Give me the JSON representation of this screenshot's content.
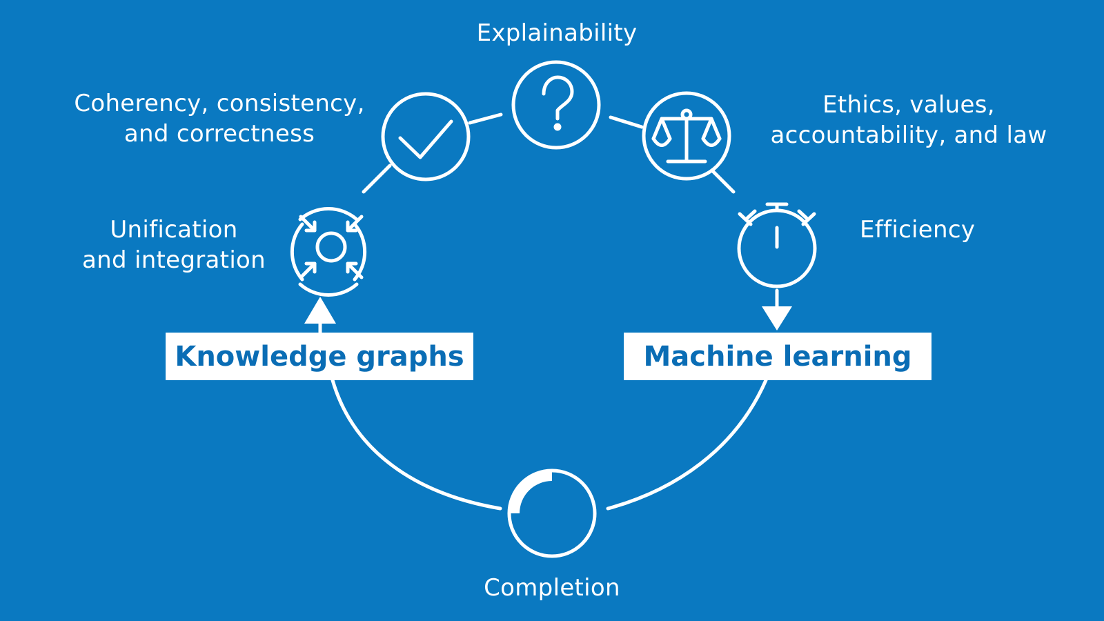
{
  "colors": {
    "background": "#0a79c1",
    "foreground": "#ffffff",
    "box_text": "#0a6db5"
  },
  "boxes": {
    "knowledge_graphs": "Knowledge graphs",
    "machine_learning": "Machine learning"
  },
  "nodes": {
    "explainability": {
      "icon": "question-mark-icon",
      "label": "Explainability"
    },
    "coherency": {
      "icon": "checkmark-icon",
      "lines": [
        "Coherency, consistency,",
        "and correctness"
      ]
    },
    "ethics": {
      "icon": "scales-icon",
      "lines": [
        "Ethics, values,",
        "accountability, and law"
      ]
    },
    "unification": {
      "icon": "converging-arrows-icon",
      "lines": [
        "Unification",
        "and integration"
      ]
    },
    "efficiency": {
      "icon": "stopwatch-icon",
      "label": "Efficiency"
    },
    "completion": {
      "icon": "completion-ring-icon",
      "label": "Completion"
    }
  }
}
